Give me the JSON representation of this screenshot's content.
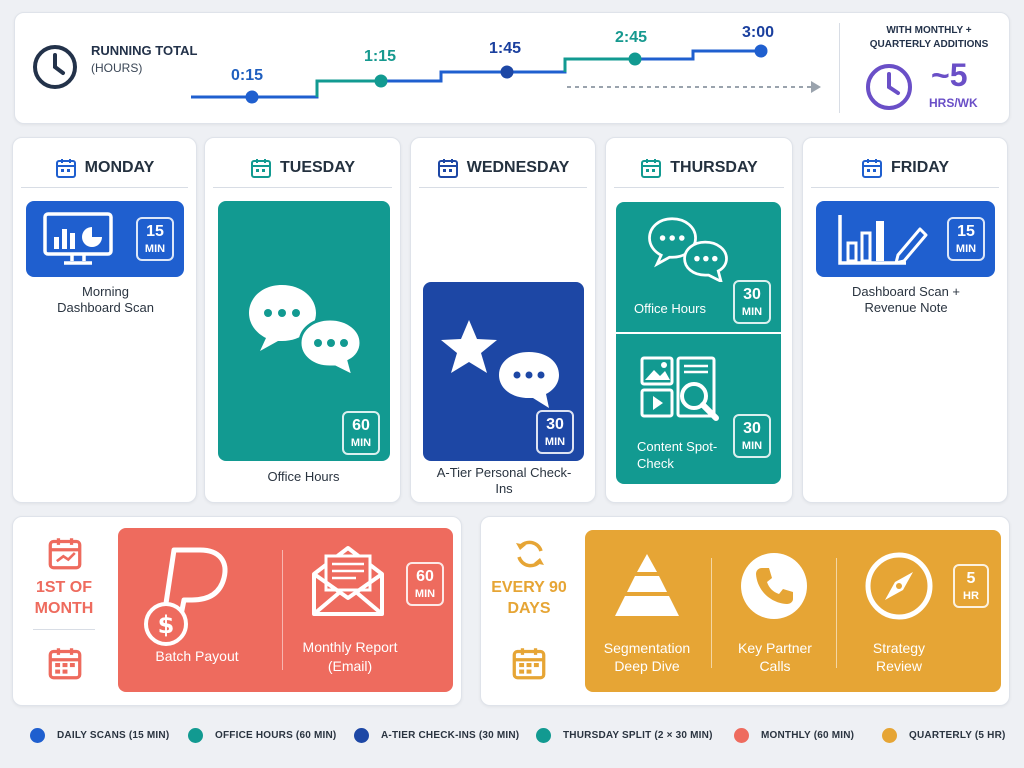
{
  "colors": {
    "daily_blue": "#1f5fcf",
    "office_teal": "#129a91",
    "atier_navy": "#1d47a5",
    "monthly_coral": "#ee6b5e",
    "quarterly_gold": "#e6a535",
    "weekly_purple": "#6a4fc7"
  },
  "timeline": {
    "title": "RUNNING TOTAL",
    "subtitle": "(HOURS)",
    "points": [
      "0:15",
      "1:15",
      "1:45",
      "2:45",
      "3:00"
    ],
    "summary_heading": "WITH MONTHLY + QUARTERLY ADDITIONS",
    "summary_value": "~5",
    "summary_unit": "HRS/WK",
    "icon": "clock-icon"
  },
  "days": {
    "monday": {
      "name": "MONDAY",
      "task": {
        "minutes": "15",
        "unit": "MIN",
        "caption": "Morning Dashboard Scan",
        "icon": "monitor-chart-icon"
      }
    },
    "tuesday": {
      "name": "TUESDAY",
      "task": {
        "minutes": "60",
        "unit": "MIN",
        "caption": "Office Hours",
        "icon": "chat-bubbles-icon"
      }
    },
    "wednesday": {
      "name": "WEDNESDAY",
      "task": {
        "minutes": "30",
        "unit": "MIN",
        "caption": "A-Tier Personal Check-Ins",
        "icon": "star-chat-icon"
      }
    },
    "thursday": {
      "name": "THURSDAY",
      "task1": {
        "minutes": "30",
        "unit": "MIN",
        "caption": "Office Hours",
        "icon": "chat-bubbles-icon"
      },
      "task2": {
        "minutes": "30",
        "unit": "MIN",
        "caption": "Content Spot-Check",
        "icon": "media-search-icon"
      }
    },
    "friday": {
      "name": "FRIDAY",
      "task": {
        "minutes": "15",
        "unit": "MIN",
        "caption": "Dashboard Scan + Revenue Note",
        "icon": "bar-chart-pencil-icon"
      }
    }
  },
  "monthly": {
    "label": "1ST OF MONTH",
    "minutes": "60",
    "unit": "MIN",
    "items": [
      {
        "label": "Batch Payout",
        "icon": "paypal-dollar-icon"
      },
      {
        "label": "Monthly Report (Email)",
        "icon": "envelope-icon"
      }
    ]
  },
  "quarterly": {
    "label": "EVERY 90 DAYS",
    "hours": "5",
    "unit": "HR",
    "items": [
      {
        "label": "Segmentation Deep Dive",
        "icon": "pyramid-icon"
      },
      {
        "label": "Key Partner Calls",
        "icon": "phone-icon"
      },
      {
        "label": "Strategy Review",
        "icon": "compass-icon"
      }
    ]
  },
  "legend": [
    {
      "label": "DAILY SCANS (15 MIN)",
      "color": "#1f5fcf"
    },
    {
      "label": "OFFICE HOURS (60 MIN)",
      "color": "#129a91"
    },
    {
      "label": "A-TIER CHECK-INS (30 MIN)",
      "color": "#1d47a5"
    },
    {
      "label": "THURSDAY SPLIT (2 × 30 MIN)",
      "color": "#129a91"
    },
    {
      "label": "MONTHLY (60 MIN)",
      "color": "#ee6b5e"
    },
    {
      "label": "QUARTERLY (5 HR)",
      "color": "#e6a535"
    }
  ]
}
